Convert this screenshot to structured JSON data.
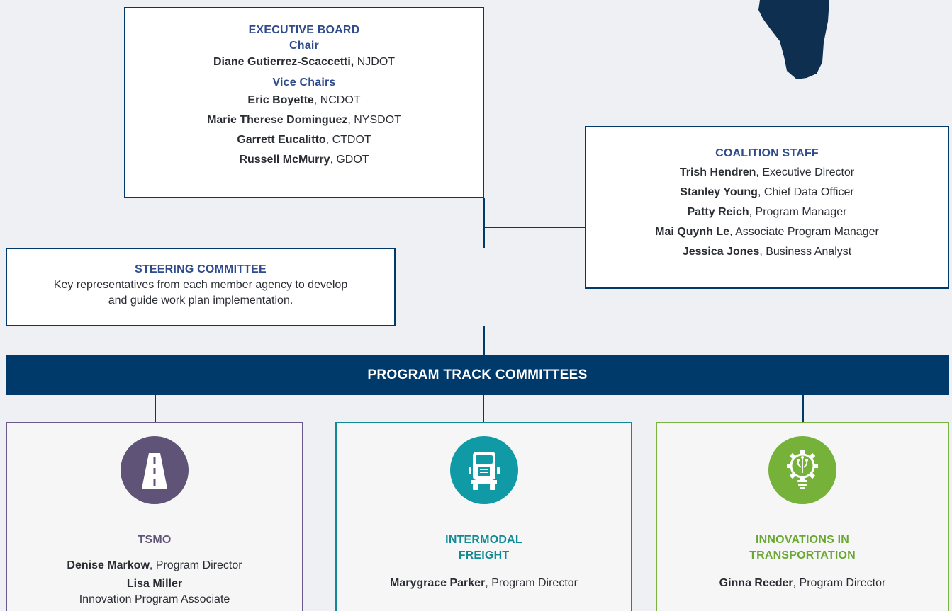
{
  "executive_board": {
    "title": "EXECUTIVE BOARD",
    "chair_label": "Chair",
    "chair": {
      "name": "Diane Gutierrez-Scaccetti,",
      "org": "NJDOT"
    },
    "vice_label": "Vice Chairs",
    "vice_chairs": [
      {
        "name": "Eric Boyette",
        "org": ", NCDOT"
      },
      {
        "name": "Marie Therese Dominguez",
        "org": ", NYSDOT"
      },
      {
        "name": "Garrett Eucalitto",
        "org": ", CTDOT"
      },
      {
        "name": "Russell McMurry",
        "org": ", GDOT"
      }
    ]
  },
  "coalition_staff": {
    "title": "COALITION STAFF",
    "members": [
      {
        "name": "Trish Hendren",
        "role": ", Executive Director"
      },
      {
        "name": "Stanley Young",
        "role": ", Chief Data Officer"
      },
      {
        "name": "Patty Reich",
        "role": ", Program Manager"
      },
      {
        "name": "Mai Quynh Le",
        "role": ", Associate Program Manager"
      },
      {
        "name": "Jessica Jones",
        "role": ", Business Analyst"
      }
    ]
  },
  "steering_committee": {
    "title": "STEERING COMMITTEE",
    "description": "Key representatives from each member agency to develop and guide work plan implementation."
  },
  "banner": {
    "title": "PROGRAM TRACK COMMITTEES"
  },
  "tracks": [
    {
      "icon": "road-icon",
      "title": "TSMO",
      "lead_name": "Denise Markow",
      "lead_role": ", Program Director",
      "second_name": "Lisa Miller",
      "second_role": "Innovation Program Associate",
      "color": "#5f5477"
    },
    {
      "icon": "truck-icon",
      "title_line1": "INTERMODAL",
      "title_line2": "FREIGHT",
      "lead_name": "Marygrace Parker",
      "lead_role": ", Program Director",
      "color": "#0f9aa6"
    },
    {
      "icon": "lightbulb-gear-icon",
      "title_line1": "INNOVATIONS IN",
      "title_line2": "TRANSPORTATION",
      "lead_name": "Ginna Reeder",
      "lead_role": ", Program Director",
      "color": "#76b13a"
    }
  ],
  "colors": {
    "navy": "#003a6b",
    "heading_blue": "#2f4b8c",
    "background": "#eef0f3"
  }
}
